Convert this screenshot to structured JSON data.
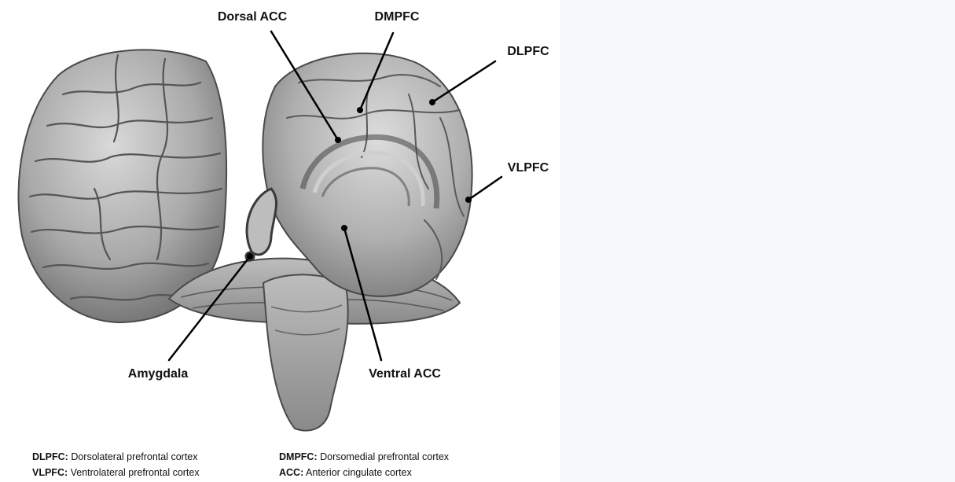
{
  "labels": {
    "dorsal_acc": "Dorsal ACC",
    "dmpfc": "DMPFC",
    "dlpfc": "DLPFC",
    "vlpfc": "VLPFC",
    "amygdala": "Amygdala",
    "ventral_acc": "Ventral ACC"
  },
  "legend": [
    {
      "abbr": "DLPFC:",
      "full": "Dorsolateral prefrontal cortex"
    },
    {
      "abbr": "DMPFC:",
      "full": "Dorsomedial prefrontal cortex"
    },
    {
      "abbr": "VLPFC:",
      "full": "Ventrolateral prefrontal cortex"
    },
    {
      "abbr": "ACC:",
      "full": "Anterior cingulate cortex"
    }
  ]
}
